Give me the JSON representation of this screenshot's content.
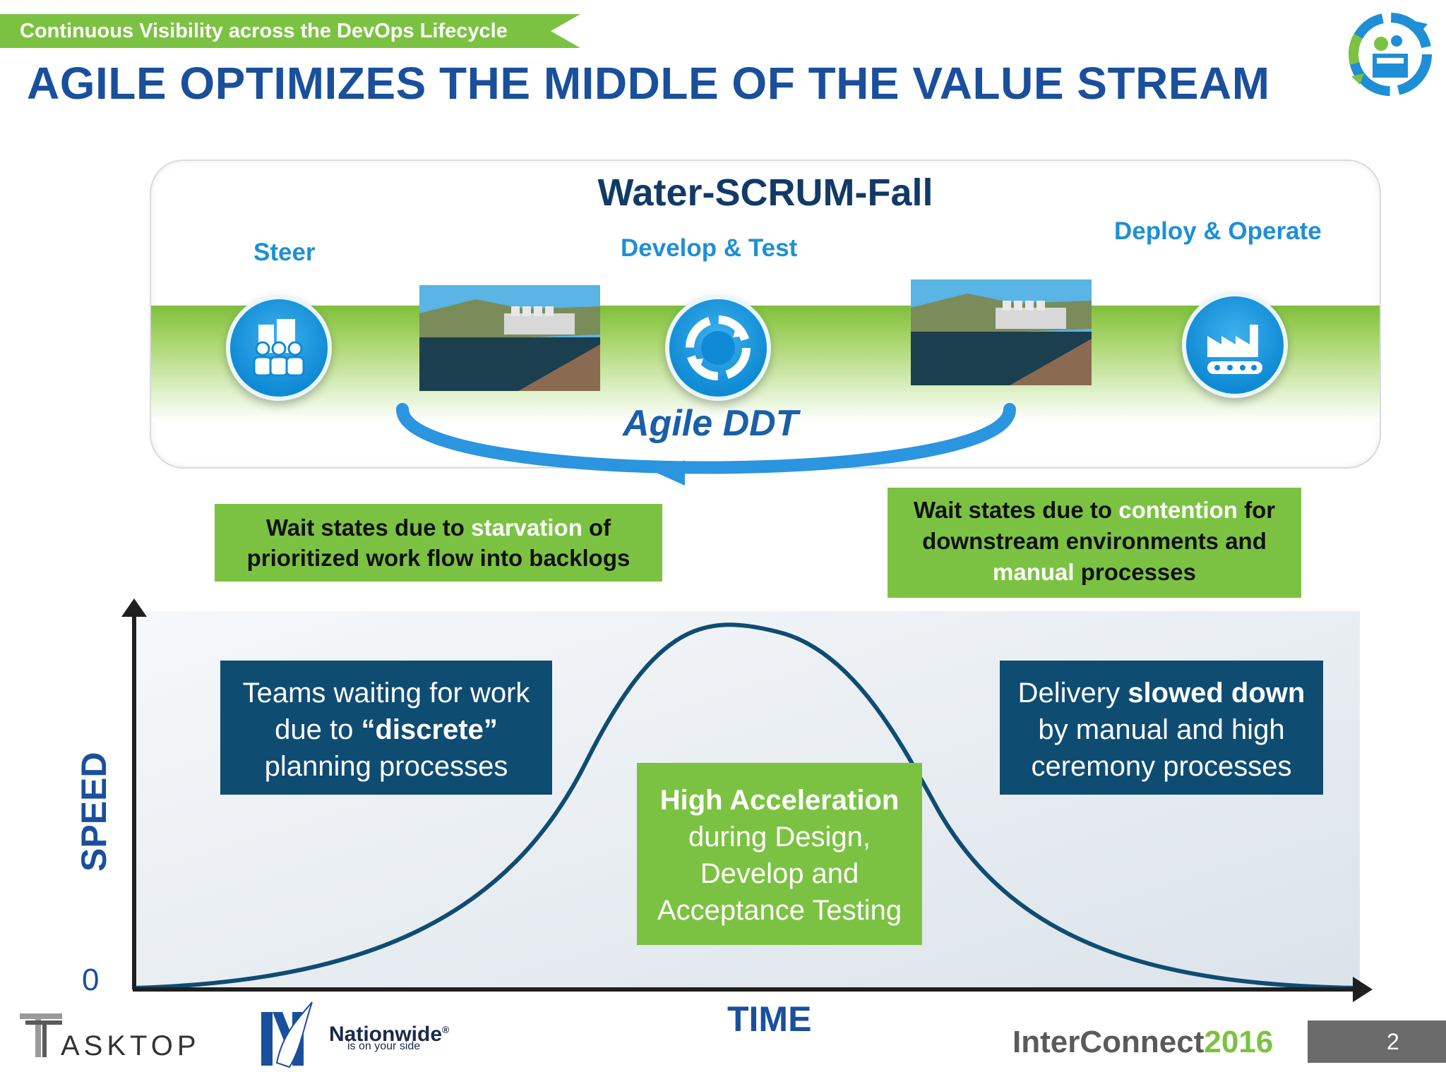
{
  "header": {
    "banner": "Continuous Visibility across the DevOps Lifecycle",
    "title": "AGILE OPTIMIZES THE MIDDLE OF THE VALUE STREAM"
  },
  "panel": {
    "title": "Water-SCRUM-Fall",
    "steer": "Steer",
    "develop": "Develop & Test",
    "deploy": "Deploy & Operate",
    "agile": "Agile DDT"
  },
  "wait_left": {
    "pre": "Wait states due to ",
    "highlight": "starvation",
    "post": " of prioritized work flow into backlogs"
  },
  "wait_right": {
    "pre": "Wait states due to ",
    "highlight1": "contention",
    "mid": " for downstream environments and ",
    "highlight2": "manual",
    "post": " processes"
  },
  "box_left": {
    "line1": "Teams waiting for work",
    "line2_pre": "due to ",
    "line2_bold": "“discrete”",
    "line3": "planning processes"
  },
  "box_mid": {
    "bold": "High Acceleration",
    "line2": "during Design,",
    "line3": "Develop and",
    "line4": "Acceptance Testing"
  },
  "box_right": {
    "line1_pre": "Delivery ",
    "line1_bold": "slowed down",
    "line2": "by manual and high",
    "line3": "ceremony processes"
  },
  "axes": {
    "y_label": "SPEED",
    "zero": "0",
    "x_label": "TIME"
  },
  "footer": {
    "tasktop": "ASKTOP",
    "nationwide": "Nationwide",
    "nationwide_reg": "®",
    "nationwide_tag": "is on your side",
    "interconnect": "InterConnect",
    "year": "2016",
    "page": "2"
  },
  "colors": {
    "title_blue": "#1a4f9c",
    "green": "#7cc242",
    "navy": "#0f4c72",
    "light_blue": "#1e8fd6"
  }
}
